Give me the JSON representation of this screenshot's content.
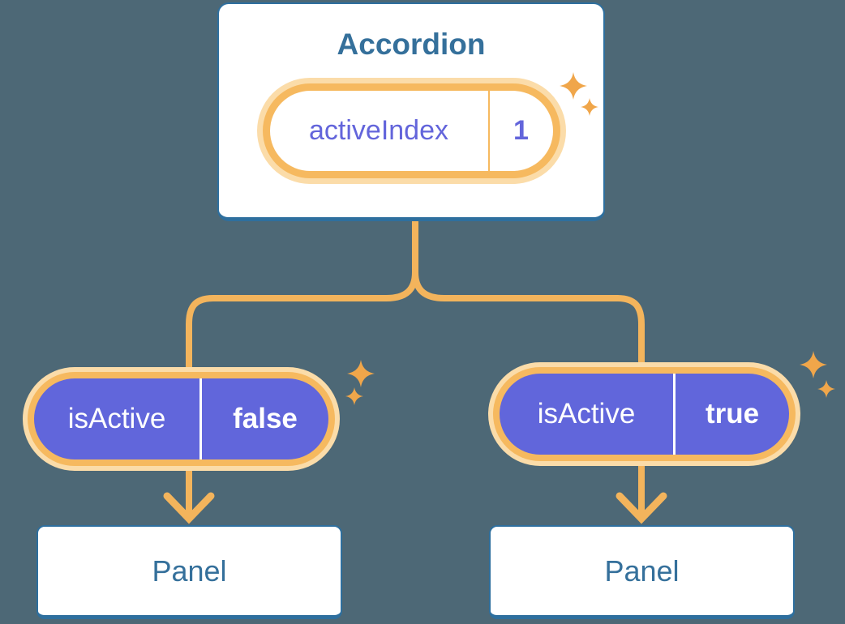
{
  "theme": {
    "background": "#4D6876",
    "card-bg": "#FFFFFF",
    "blue-border": "#2E6F9E",
    "steel-text": "#35709B",
    "purple": "#6166DB",
    "purple-text": "#6365DB",
    "orange": "#F6B95F",
    "line-orange": "#F3B45C",
    "pale-orange": "#FBDCA9",
    "sparkle": "#F0A64A",
    "white-text": "#FFFFFF"
  },
  "icons": {
    "sparkle": "✦ four-point star",
    "arrow": "↓ downward chevron arrow"
  },
  "root_component": {
    "title": "Accordion",
    "state": {
      "name": "activeIndex",
      "value": "1"
    }
  },
  "children": [
    {
      "prop": {
        "name": "isActive",
        "value": "false"
      },
      "component": {
        "title": "Panel"
      }
    },
    {
      "prop": {
        "name": "isActive",
        "value": "true"
      },
      "component": {
        "title": "Panel"
      }
    }
  ]
}
